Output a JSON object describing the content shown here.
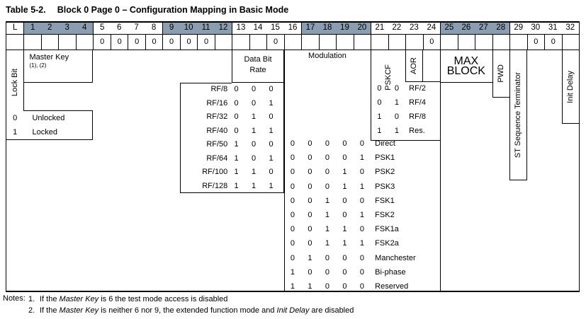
{
  "title": {
    "prefix": "Table 5-2.",
    "text": "Block 0 Page 0 – Configuration Mapping in Basic Mode"
  },
  "colors": {
    "header_shade": "#8b9db1",
    "border": "#000000"
  },
  "bit_header": {
    "cells": [
      {
        "label": "L",
        "shaded": false
      },
      {
        "label": "1",
        "shaded": true
      },
      {
        "label": "2",
        "shaded": true
      },
      {
        "label": "3",
        "shaded": true
      },
      {
        "label": "4",
        "shaded": true
      },
      {
        "label": "5",
        "shaded": false
      },
      {
        "label": "6",
        "shaded": false
      },
      {
        "label": "7",
        "shaded": false
      },
      {
        "label": "8",
        "shaded": false
      },
      {
        "label": "9",
        "shaded": true
      },
      {
        "label": "10",
        "shaded": true
      },
      {
        "label": "11",
        "shaded": true
      },
      {
        "label": "12",
        "shaded": true
      },
      {
        "label": "13",
        "shaded": false
      },
      {
        "label": "14",
        "shaded": false
      },
      {
        "label": "15",
        "shaded": false
      },
      {
        "label": "16",
        "shaded": false
      },
      {
        "label": "17",
        "shaded": true
      },
      {
        "label": "18",
        "shaded": true
      },
      {
        "label": "19",
        "shaded": true
      },
      {
        "label": "20",
        "shaded": true
      },
      {
        "label": "21",
        "shaded": false
      },
      {
        "label": "22",
        "shaded": false
      },
      {
        "label": "23",
        "shaded": false
      },
      {
        "label": "24",
        "shaded": false
      },
      {
        "label": "25",
        "shaded": true
      },
      {
        "label": "26",
        "shaded": true
      },
      {
        "label": "27",
        "shaded": true
      },
      {
        "label": "28",
        "shaded": true
      },
      {
        "label": "29",
        "shaded": false
      },
      {
        "label": "30",
        "shaded": false
      },
      {
        "label": "31",
        "shaded": false
      },
      {
        "label": "32",
        "shaded": false
      }
    ]
  },
  "fixed_bits": {
    "cells": [
      "",
      "",
      "",
      "",
      "",
      "0",
      "0",
      "0",
      "0",
      "0",
      "0",
      "0",
      "",
      "",
      "",
      "0",
      "",
      "",
      "",
      "",
      "",
      "",
      "",
      "",
      "0",
      "",
      "",
      "",
      "",
      "",
      "0",
      "0",
      ""
    ]
  },
  "lock_bit": {
    "label": "Lock Bit",
    "rows": [
      {
        "bit": "0",
        "meaning": "Unlocked"
      },
      {
        "bit": "1",
        "meaning": "Locked"
      }
    ]
  },
  "master_key": {
    "line1": "Master Key",
    "line2": "(1), (2)"
  },
  "data_bit_rate": {
    "label_line1": "Data Bit",
    "label_line2": "Rate",
    "rows": [
      {
        "name": "RF/8",
        "bits": [
          "0",
          "0",
          "0"
        ]
      },
      {
        "name": "RF/16",
        "bits": [
          "0",
          "0",
          "1"
        ]
      },
      {
        "name": "RF/32",
        "bits": [
          "0",
          "1",
          "0"
        ]
      },
      {
        "name": "RF/40",
        "bits": [
          "0",
          "1",
          "1"
        ]
      },
      {
        "name": "RF/50",
        "bits": [
          "1",
          "0",
          "0"
        ]
      },
      {
        "name": "RF/64",
        "bits": [
          "1",
          "0",
          "1"
        ]
      },
      {
        "name": "RF/100",
        "bits": [
          "1",
          "1",
          "0"
        ]
      },
      {
        "name": "RF/128",
        "bits": [
          "1",
          "1",
          "1"
        ]
      }
    ]
  },
  "modulation": {
    "label": "Modulation",
    "rows": [
      {
        "bits": [
          "0",
          "0",
          "0",
          "0",
          "0"
        ],
        "name": "Direct"
      },
      {
        "bits": [
          "0",
          "0",
          "0",
          "0",
          "1"
        ],
        "name": "PSK1"
      },
      {
        "bits": [
          "0",
          "0",
          "0",
          "1",
          "0"
        ],
        "name": "PSK2"
      },
      {
        "bits": [
          "0",
          "0",
          "0",
          "1",
          "1"
        ],
        "name": "PSK3"
      },
      {
        "bits": [
          "0",
          "0",
          "1",
          "0",
          "0"
        ],
        "name": "FSK1"
      },
      {
        "bits": [
          "0",
          "0",
          "1",
          "0",
          "1"
        ],
        "name": "FSK2"
      },
      {
        "bits": [
          "0",
          "0",
          "1",
          "1",
          "0"
        ],
        "name": "FSK1a"
      },
      {
        "bits": [
          "0",
          "0",
          "1",
          "1",
          "1"
        ],
        "name": "FSK2a"
      },
      {
        "bits": [
          "0",
          "1",
          "0",
          "0",
          "0"
        ],
        "name": "Manchester"
      },
      {
        "bits": [
          "1",
          "0",
          "0",
          "0",
          "0"
        ],
        "name": "Bi-phase"
      },
      {
        "bits": [
          "1",
          "1",
          "0",
          "0",
          "0"
        ],
        "name": "Reserved"
      }
    ]
  },
  "pskcf": {
    "label": "PSKCF",
    "rows": [
      {
        "bits": [
          "0",
          "0"
        ],
        "name": "RF/2"
      },
      {
        "bits": [
          "0",
          "1"
        ],
        "name": "RF/4"
      },
      {
        "bits": [
          "1",
          "0"
        ],
        "name": "RF/8"
      },
      {
        "bits": [
          "1",
          "1"
        ],
        "name": "Res."
      }
    ]
  },
  "aor": {
    "label": "AOR"
  },
  "max_block": {
    "line1": "MAX",
    "line2": "BLOCK"
  },
  "pwd": {
    "label": "PWD"
  },
  "st_sequence_terminator": {
    "label": "ST Sequence Terminator"
  },
  "init_delay": {
    "label": "Init Delay"
  },
  "notes": {
    "label": "Notes:",
    "items": [
      {
        "num": "1.",
        "segments": [
          {
            "text": "If the "
          },
          {
            "text": "Master Key",
            "italic": true
          },
          {
            "text": " is 6 the test mode access is disabled"
          }
        ]
      },
      {
        "num": "2.",
        "segments": [
          {
            "text": "If the "
          },
          {
            "text": "Master Key",
            "italic": true
          },
          {
            "text": " is neither 6 nor 9, the extended function mode and "
          },
          {
            "text": "Init Delay",
            "italic": true
          },
          {
            "text": " are disabled"
          }
        ]
      }
    ]
  }
}
